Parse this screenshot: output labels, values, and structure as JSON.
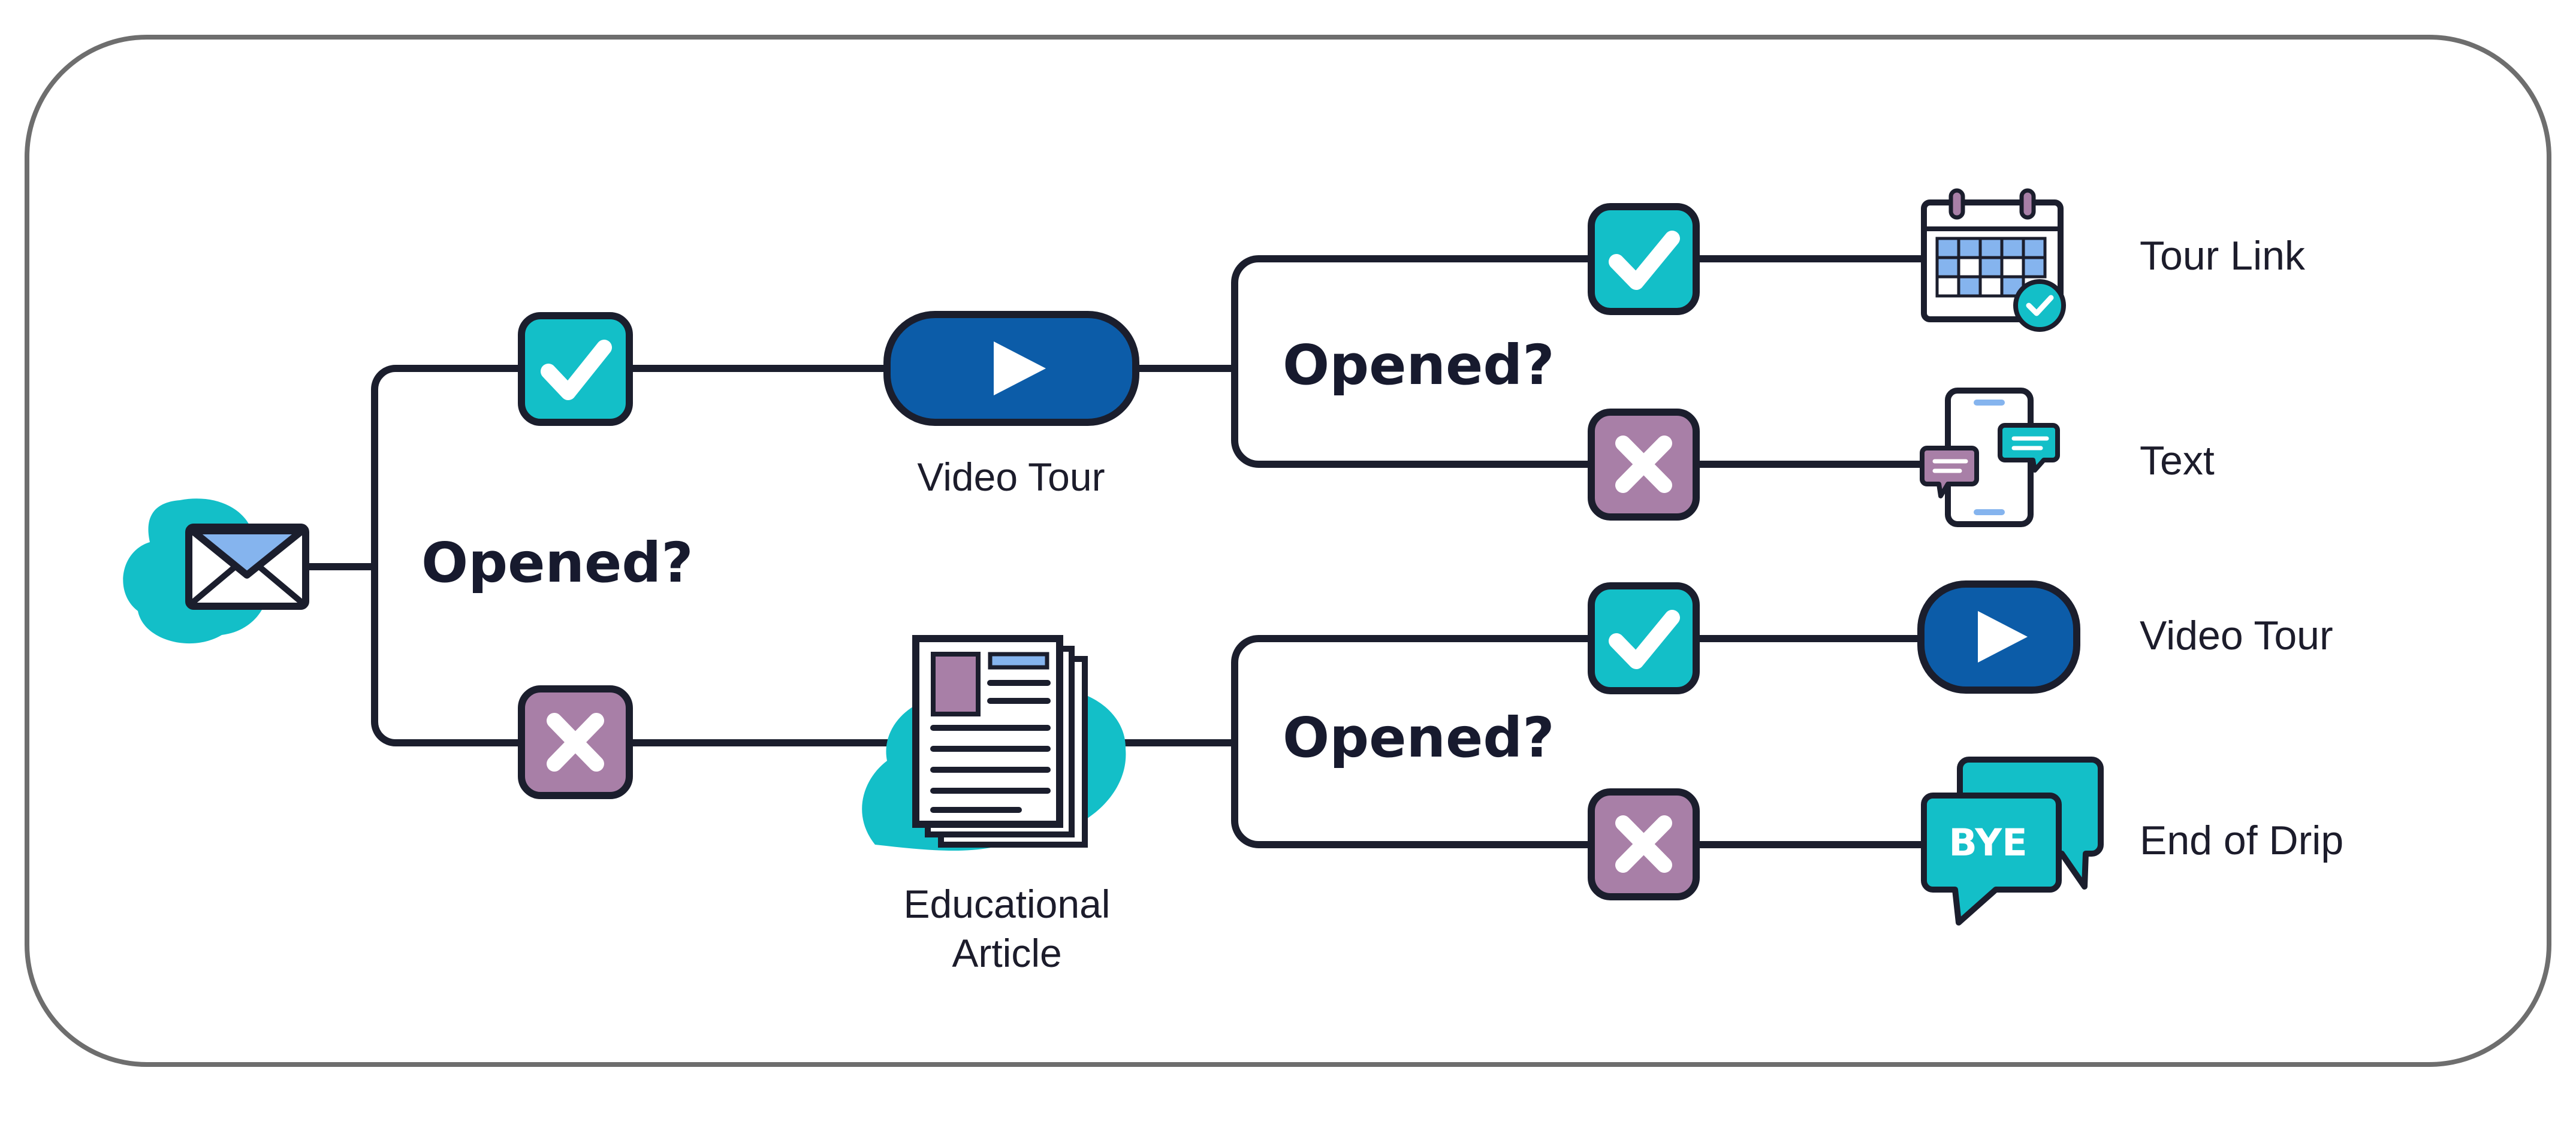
{
  "diagram": {
    "start_icon": "envelope-icon",
    "question": "Opened?",
    "yes_icon": "check-icon",
    "no_icon": "x-icon",
    "branch_yes": {
      "label": "Video Tour",
      "icon": "video-play-icon",
      "question": "Opened?",
      "yes_outcome": {
        "label": "Tour Link",
        "icon": "calendar-icon"
      },
      "no_outcome": {
        "label": "Text",
        "icon": "phone-chat-icon"
      }
    },
    "branch_no": {
      "label_line1": "Educational",
      "label_line2": "Article",
      "icon": "newspaper-icon",
      "question": "Opened?",
      "yes_outcome": {
        "label": "Video Tour",
        "icon": "video-play-icon"
      },
      "no_outcome": {
        "label": "End of Drip",
        "icon": "bye-bubble-icon",
        "badge": "BYE"
      }
    }
  },
  "colors": {
    "teal": "#13bfc8",
    "purple": "#a87fa7",
    "navy": "#0c5ca8",
    "line": "#1b1e2d",
    "light_blue": "#85b4ee",
    "frame": "#6e6e6e"
  }
}
